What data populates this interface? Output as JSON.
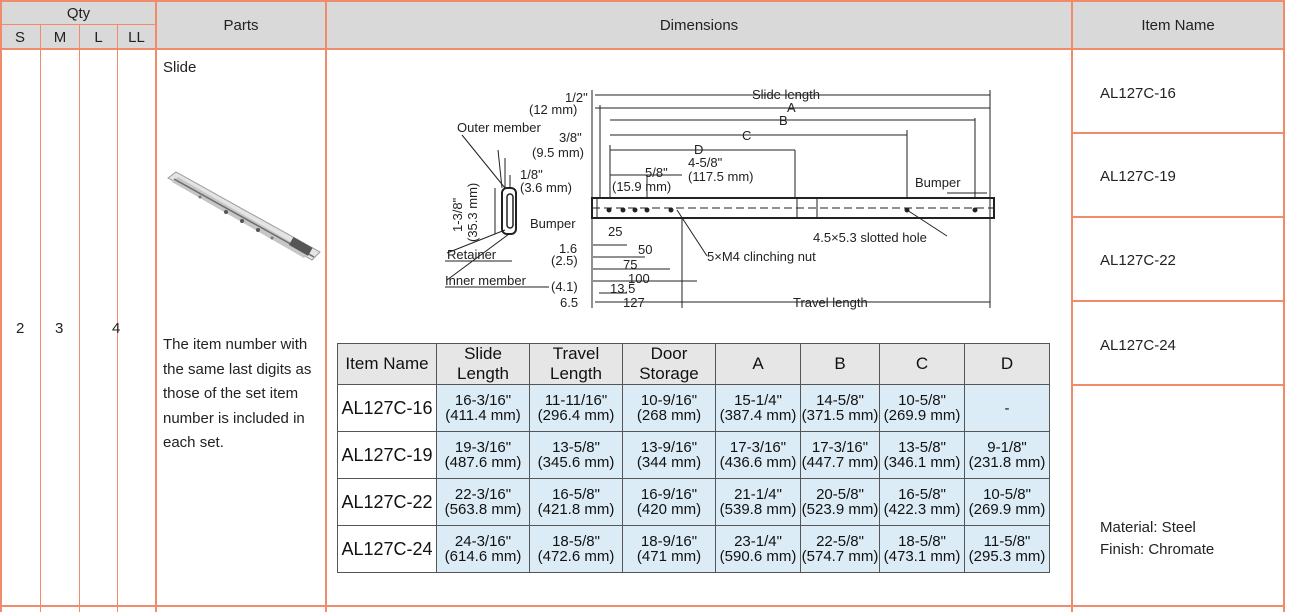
{
  "header": {
    "qty_label": "Qty",
    "sizes": [
      "S",
      "M",
      "L",
      "LL"
    ],
    "parts_label": "Parts",
    "dimensions_label": "Dimensions",
    "item_name_label": "Item Name"
  },
  "row": {
    "qty": [
      "2",
      "3",
      "4"
    ],
    "part_name": "Slide",
    "note": "The item number with the same last digits as those of the set item number is included in each set.",
    "item_names": [
      "AL127C-16",
      "AL127C-19",
      "AL127C-22",
      "AL127C-24"
    ],
    "material": "Material: Steel",
    "finish": "Finish: Chromate"
  },
  "diagram": {
    "outer_member": "Outer member",
    "half_in": "1/2\"",
    "half_mm": "(12 mm)",
    "three_eighth": "3/8\"",
    "three_eighth_mm": "(9.5 mm)",
    "one_eighth": "1/8\"",
    "one_eighth_mm": "(3.6 mm)",
    "height_in": "1-3/8\"",
    "height_mm": "(35.3 mm)",
    "bumper_left": "Bumper",
    "retainer": "Retainer",
    "inner_member": "Inner member",
    "slide_length": "Slide length",
    "a": "A",
    "b": "B",
    "c": "C",
    "d": "D",
    "five_eighth": "5/8\"",
    "five_eighth_mm": "(15.9 mm)",
    "four_five_eighth": "4-5/8\"",
    "four_five_eighth_mm": "(117.5 mm)",
    "bumper_right": "Bumper",
    "slotted_hole": "4.5×5.3 slotted hole",
    "clinching_nut": "5×M4 clinching nut",
    "d25": "25",
    "d1_6": "1.6",
    "d2_5": "(2.5)",
    "d4_1": "(4.1)",
    "d50": "50",
    "d75": "75",
    "d100": "100",
    "d13_5": "13.5",
    "d6_5": "6.5",
    "d127": "127",
    "travel_length": "Travel length"
  },
  "spec_table": {
    "headers": [
      "Item Name",
      "Slide Length",
      "Travel Length",
      "Door Storage",
      "A",
      "B",
      "C",
      "D"
    ],
    "rows": [
      {
        "name": "AL127C-16",
        "cells": [
          [
            "16-3/16\"",
            "(411.4 mm)"
          ],
          [
            "11-11/16\"",
            "(296.4 mm)"
          ],
          [
            "10-9/16\"",
            "(268 mm)"
          ],
          [
            "15-1/4\"",
            "(387.4 mm)"
          ],
          [
            "14-5/8\"",
            "(371.5 mm)"
          ],
          [
            "10-5/8\"",
            "(269.9 mm)"
          ],
          [
            "-",
            ""
          ]
        ]
      },
      {
        "name": "AL127C-19",
        "cells": [
          [
            "19-3/16\"",
            "(487.6 mm)"
          ],
          [
            "13-5/8\"",
            "(345.6 mm)"
          ],
          [
            "13-9/16\"",
            "(344 mm)"
          ],
          [
            "17-3/16\"",
            "(436.6 mm)"
          ],
          [
            "17-3/16\"",
            "(447.7 mm)"
          ],
          [
            "13-5/8\"",
            "(346.1 mm)"
          ],
          [
            "9-1/8\"",
            "(231.8 mm)"
          ]
        ]
      },
      {
        "name": "AL127C-22",
        "cells": [
          [
            "22-3/16\"",
            "(563.8 mm)"
          ],
          [
            "16-5/8\"",
            "(421.8 mm)"
          ],
          [
            "16-9/16\"",
            "(420 mm)"
          ],
          [
            "21-1/4\"",
            "(539.8 mm)"
          ],
          [
            "20-5/8\"",
            "(523.9 mm)"
          ],
          [
            "16-5/8\"",
            "(422.3 mm)"
          ],
          [
            "10-5/8\"",
            "(269.9 mm)"
          ]
        ]
      },
      {
        "name": "AL127C-24",
        "cells": [
          [
            "24-3/16\"",
            "(614.6 mm)"
          ],
          [
            "18-5/8\"",
            "(472.6 mm)"
          ],
          [
            "18-9/16\"",
            "(471 mm)"
          ],
          [
            "23-1/4\"",
            "(590.6 mm)"
          ],
          [
            "22-5/8\"",
            "(574.7 mm)"
          ],
          [
            "18-5/8\"",
            "(473.1 mm)"
          ],
          [
            "11-5/8\"",
            "(295.3 mm)"
          ]
        ]
      }
    ]
  }
}
